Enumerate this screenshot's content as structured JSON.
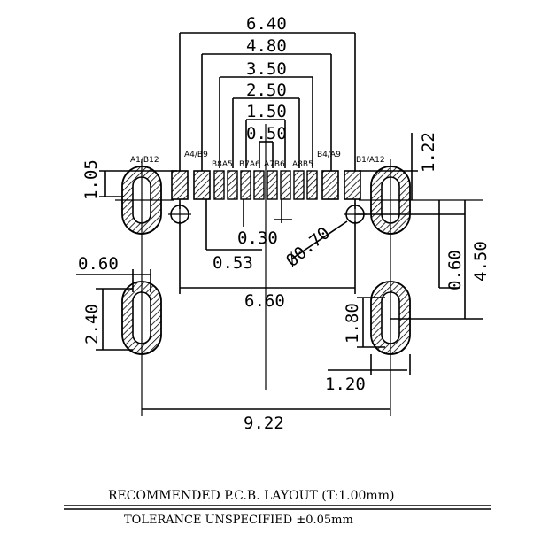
{
  "dimensions": {
    "d640": "6.40",
    "d480": "4.80",
    "d350": "3.50",
    "d250": "2.50",
    "d150": "1.50",
    "d050": "0.50",
    "d122": "1.22",
    "d105": "1.05",
    "d030": "0.30",
    "d053": "0.53",
    "hole": "Ø0.70",
    "d660": "6.60",
    "d060_right": "0.60",
    "d450": "4.50",
    "d060_left": "0.60",
    "d240": "2.40",
    "d180": "1.80",
    "d120": "1.20",
    "d922": "9.22"
  },
  "pin_labels": {
    "a1b12": "A1/B12",
    "a4b9": "A4/B9",
    "b8a5": "B8A5",
    "b7a6": "B7A6",
    "a7b6": "A7B6",
    "a8b5": "A8B5",
    "b4a9": "B4/A9",
    "b1a12": "B1/A12"
  },
  "footer": {
    "title": "RECOMMENDED   P.C.B.  LAYOUT  (T:1.00mm)",
    "tolerance": "TOLERANCE  UNSPECIFIED  ±0.05mm"
  }
}
